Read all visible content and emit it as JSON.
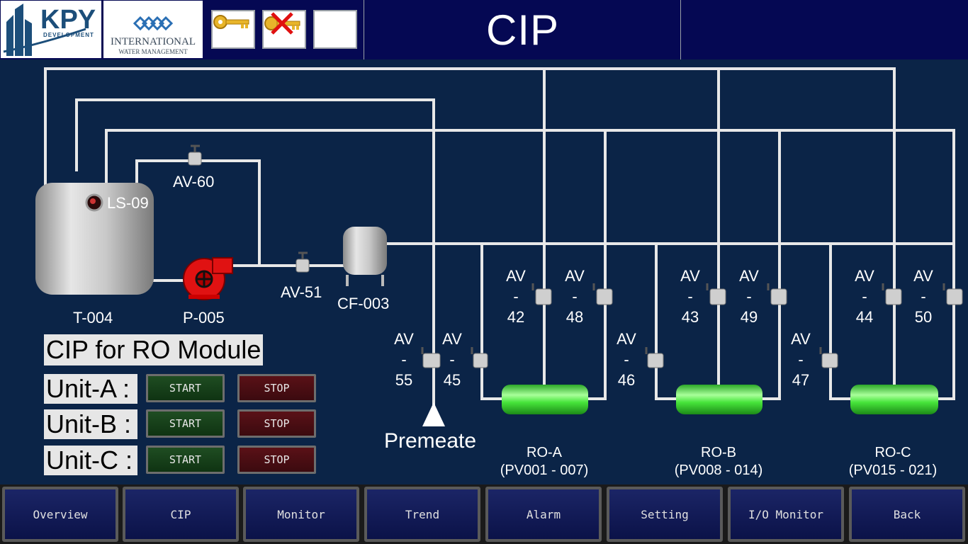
{
  "header": {
    "logo1_text": "KPY",
    "logo1_sub": "DEVELOPMENT",
    "logo2_line1": "INTERNATIONAL",
    "logo2_line2": "WATER MANAGEMENT",
    "title": "CIP",
    "buttons": [
      {
        "icon": "key-icon"
      },
      {
        "icon": "key-cancel-icon"
      },
      {
        "icon": "blank"
      }
    ]
  },
  "equipment": {
    "tank": "T-004",
    "pump": "P-005",
    "level_switch": "LS-09",
    "filter": "CF-003",
    "valve_av60": "AV-60",
    "valve_av51": "AV-51",
    "premeate": "Premeate"
  },
  "valves": {
    "av55": {
      "l1": "AV",
      "l2": "-",
      "l3": "55"
    },
    "av45": {
      "l1": "AV",
      "l2": "-",
      "l3": "45"
    },
    "av42": {
      "l1": "AV",
      "l2": "-",
      "l3": "42"
    },
    "av48": {
      "l1": "AV",
      "l2": "-",
      "l3": "48"
    },
    "av46": {
      "l1": "AV",
      "l2": "-",
      "l3": "46"
    },
    "av43": {
      "l1": "AV",
      "l2": "-",
      "l3": "43"
    },
    "av49": {
      "l1": "AV",
      "l2": "-",
      "l3": "49"
    },
    "av47": {
      "l1": "AV",
      "l2": "-",
      "l3": "47"
    },
    "av44": {
      "l1": "AV",
      "l2": "-",
      "l3": "44"
    },
    "av50": {
      "l1": "AV",
      "l2": "-",
      "l3": "50"
    }
  },
  "ro": {
    "a": {
      "name": "RO-A",
      "range": "(PV001 - 007)"
    },
    "b": {
      "name": "RO-B",
      "range": "(PV008 - 014)"
    },
    "c": {
      "name": "RO-C",
      "range": "(PV015 - 021)"
    }
  },
  "cip": {
    "section_title": "CIP for RO Module",
    "units": [
      {
        "label": "Unit-A :",
        "start": "START",
        "stop": "STOP"
      },
      {
        "label": "Unit-B :",
        "start": "START",
        "stop": "STOP"
      },
      {
        "label": "Unit-C :",
        "start": "START",
        "stop": "STOP"
      }
    ]
  },
  "nav": [
    "Overview",
    "CIP",
    "Monitor",
    "Trend",
    "Alarm",
    "Setting",
    "I/O Monitor",
    "Back"
  ],
  "colors": {
    "background": "#0b2447",
    "header": "#050853",
    "pipe": "#e8e8e8",
    "membrane": "#44e63a",
    "pump": "#e01212",
    "start": "#1f4d22",
    "stop": "#5a1117"
  }
}
